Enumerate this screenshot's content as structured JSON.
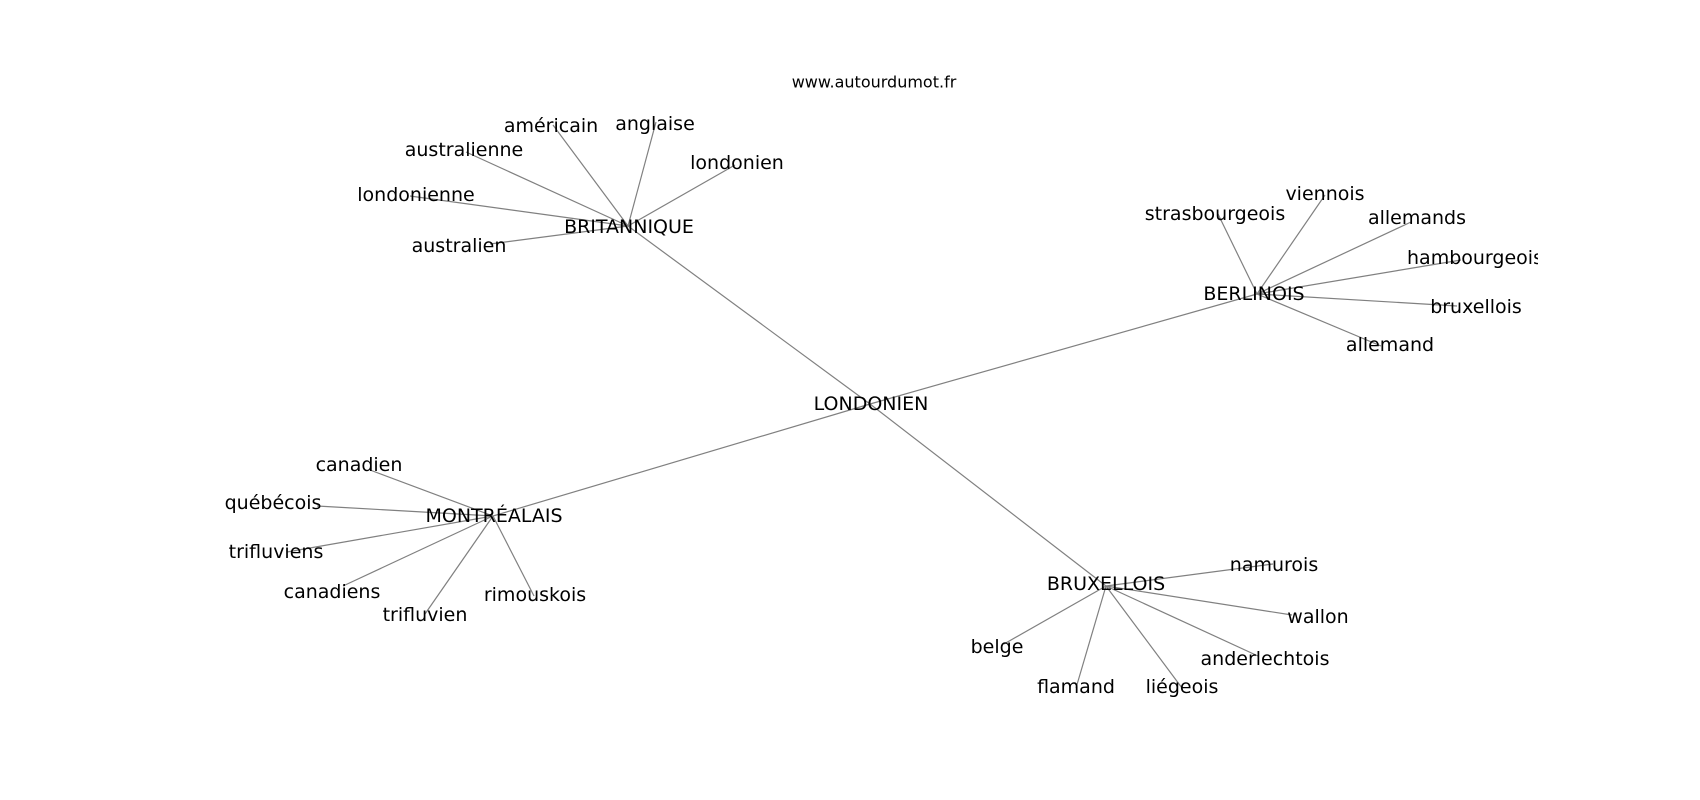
{
  "site": "www.autourdumot.fr",
  "center": "LONDONIEN",
  "groups": [
    {
      "hub": "BRITANNIQUE",
      "leaves": [
        "américain",
        "anglaise",
        "australienne",
        "londonien",
        "londonienne",
        "australien"
      ]
    },
    {
      "hub": "BERLINOIS",
      "leaves": [
        "strasbourgeois",
        "viennois",
        "allemands",
        "hambourgeois",
        "bruxellois",
        "allemand"
      ]
    },
    {
      "hub": "MONTRÉALAIS",
      "leaves": [
        "canadien",
        "québécois",
        "trifluviens",
        "canadiens",
        "trifluvien",
        "rimouskois"
      ]
    },
    {
      "hub": "BRUXELLOIS",
      "leaves": [
        "namurois",
        "wallon",
        "anderlechtois",
        "liégeois",
        "flamand",
        "belge"
      ]
    }
  ]
}
